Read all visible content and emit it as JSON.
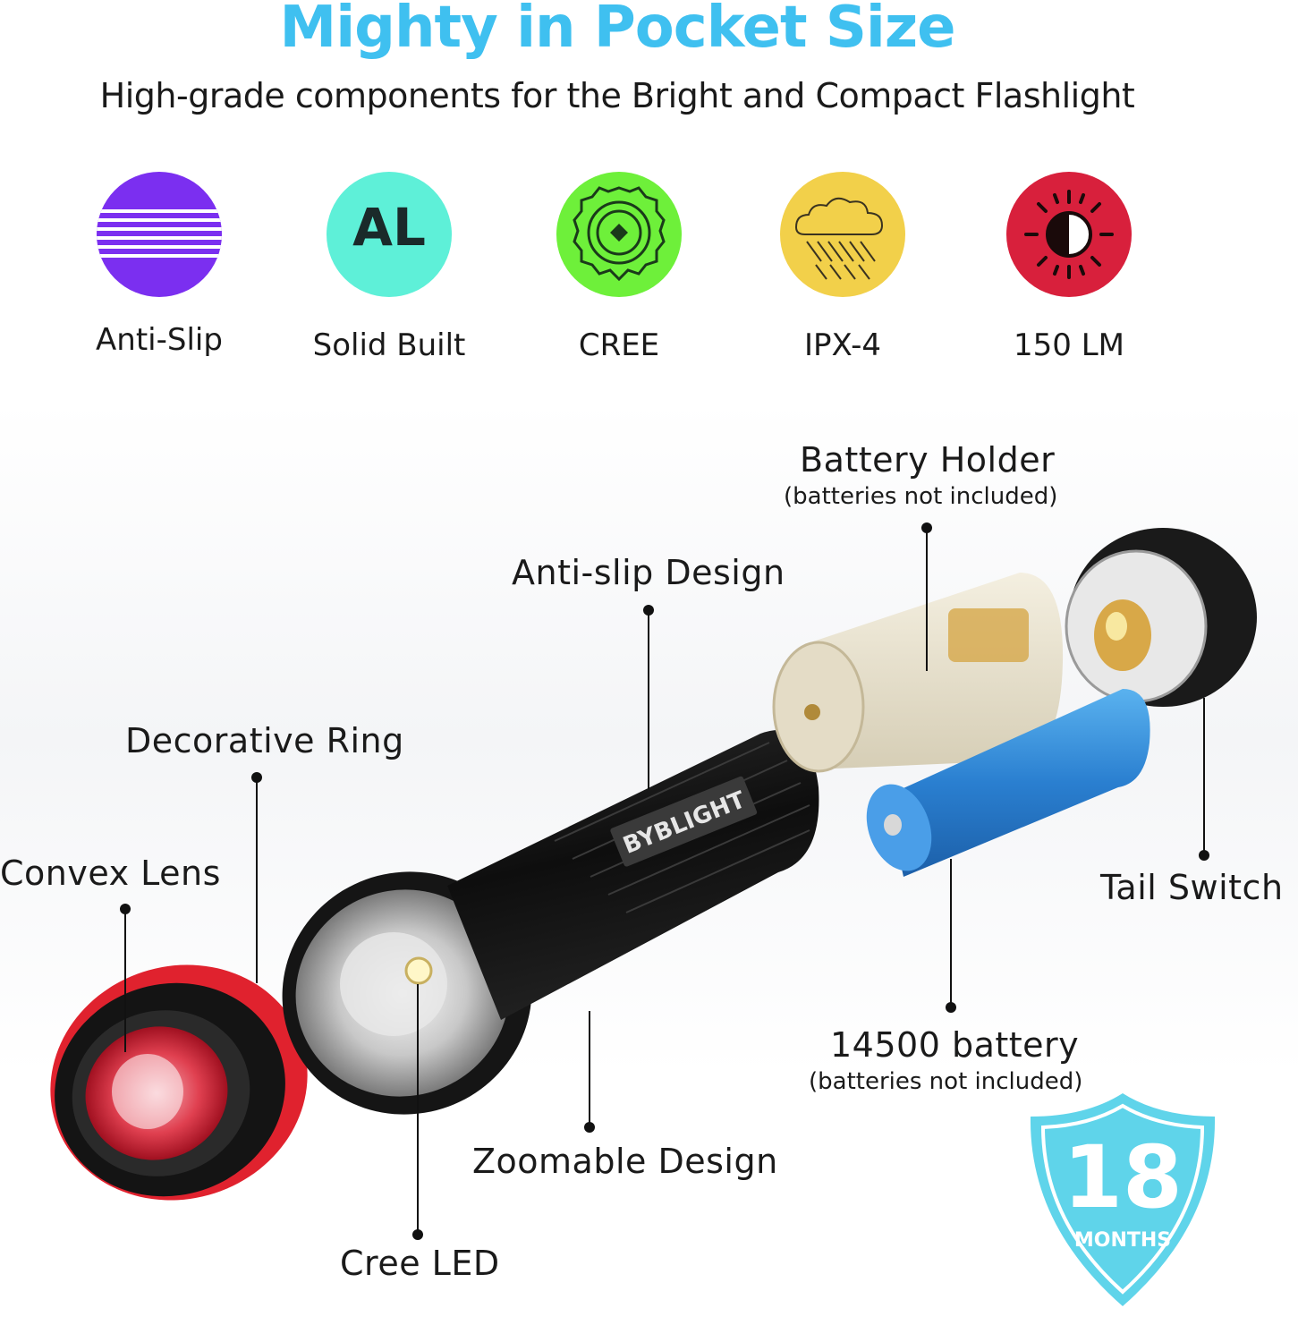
{
  "header": {
    "title": "Mighty in Pocket Size",
    "subtitle": "High-grade components for the Bright and Compact Flashlight"
  },
  "features": [
    {
      "label": "Anti-Slip",
      "icon": "stripes-icon",
      "color": "#7b2ff0"
    },
    {
      "label": "Solid Built",
      "icon": "aluminum-icon",
      "icon_text": "AL",
      "color": "#5ef0d8"
    },
    {
      "label": "CREE",
      "icon": "led-chip-icon",
      "color": "#6ef03a"
    },
    {
      "label": "IPX-4",
      "icon": "rain-cloud-icon",
      "color": "#f2d04a"
    },
    {
      "label": "150 LM",
      "icon": "sun-brightness-icon",
      "color": "#d8203c"
    }
  ],
  "callouts": {
    "battery_holder": "Battery Holder",
    "battery_holder_note": "(batteries not included)",
    "anti_slip_design": "Anti-slip Design",
    "decorative_ring": "Decorative Ring",
    "convex_lens": "Convex Lens",
    "tail_switch": "Tail Switch",
    "battery_14500": "14500 battery",
    "battery_14500_note": "(batteries not included)",
    "zoomable_design": "Zoomable Design",
    "cree_led": "Cree LED"
  },
  "product": {
    "brand": "BYBLIGHT"
  },
  "warranty": {
    "number": "18",
    "unit": "MONTHS",
    "color": "#5fd4ea"
  }
}
